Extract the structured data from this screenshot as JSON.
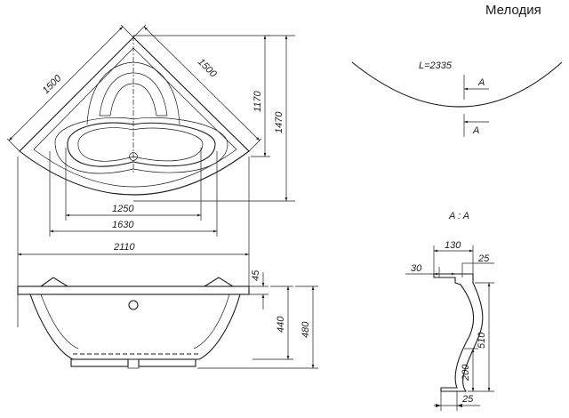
{
  "title": "Мелодия",
  "top_view": {
    "side_left": "1500",
    "side_right": "1500",
    "height_inner": "1170",
    "height_outer": "1470",
    "width_inner": "1250",
    "width_mid": "1630",
    "width_outer": "2110"
  },
  "side_view": {
    "rim": "45",
    "depth_inner": "440",
    "depth_outer": "480"
  },
  "arc": {
    "length": "L=2335",
    "section_mark_top": "A",
    "section_mark_bottom": "A"
  },
  "section": {
    "title": "A : A",
    "top_width": "130",
    "lip_left": "30",
    "lip_right": "25",
    "height": "510",
    "base_height": "200",
    "base_width": "25"
  }
}
